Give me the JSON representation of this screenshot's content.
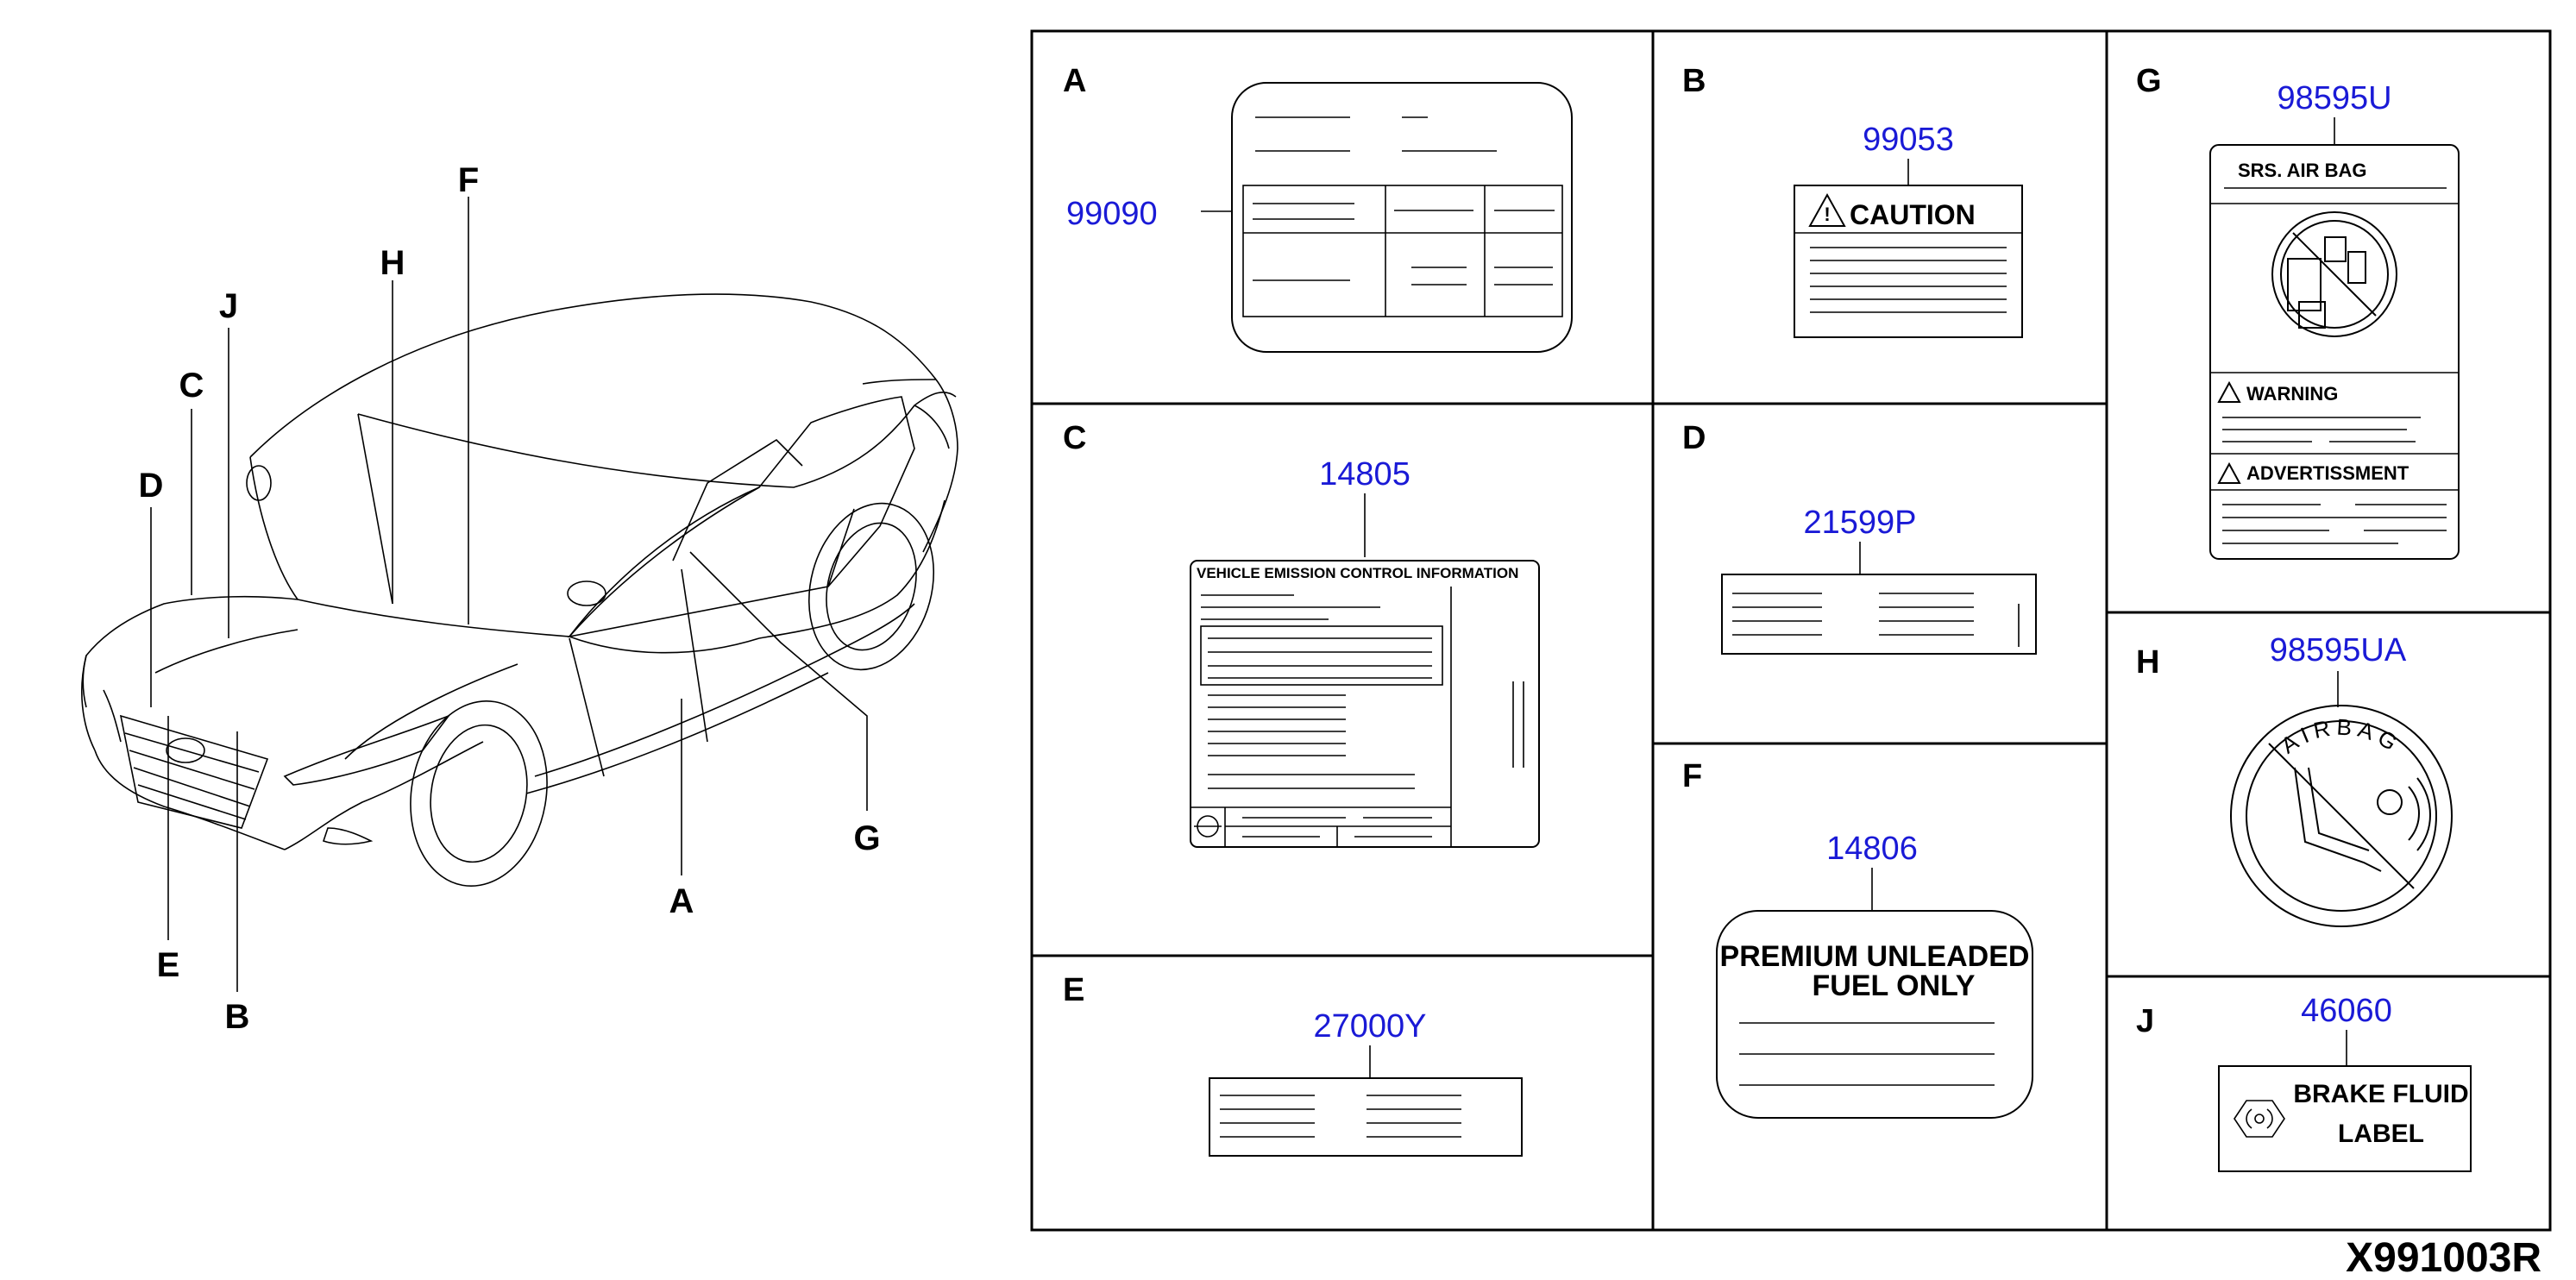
{
  "callouts": {
    "A": "A",
    "B": "B",
    "C": "C",
    "D": "D",
    "E": "E",
    "F": "F",
    "G": "G",
    "H": "H",
    "J": "J"
  },
  "panels": {
    "A": {
      "letter": "A",
      "part_number": "99090"
    },
    "B": {
      "letter": "B",
      "part_number": "99053",
      "caution_text": "CAUTION"
    },
    "G": {
      "letter": "G",
      "part_number": "98595U",
      "header": "SRS. AIR BAG",
      "warning": "WARNING",
      "advertissment": "ADVERTISSMENT"
    },
    "C": {
      "letter": "C",
      "part_number": "14805",
      "header": "VEHICLE EMISSION CONTROL INFORMATION"
    },
    "D": {
      "letter": "D",
      "part_number": "21599P"
    },
    "H": {
      "letter": "H",
      "part_number": "98595UA",
      "ring_text": "AIRBAG"
    },
    "E": {
      "letter": "E",
      "part_number": "27000Y"
    },
    "F": {
      "letter": "F",
      "part_number": "14806",
      "line1": "PREMIUM UNLEADED",
      "line2": "FUEL ONLY"
    },
    "J": {
      "letter": "J",
      "part_number": "46060",
      "line1": "BRAKE FLUID",
      "line2": "LABEL"
    }
  },
  "diagram_code": "X991003R"
}
